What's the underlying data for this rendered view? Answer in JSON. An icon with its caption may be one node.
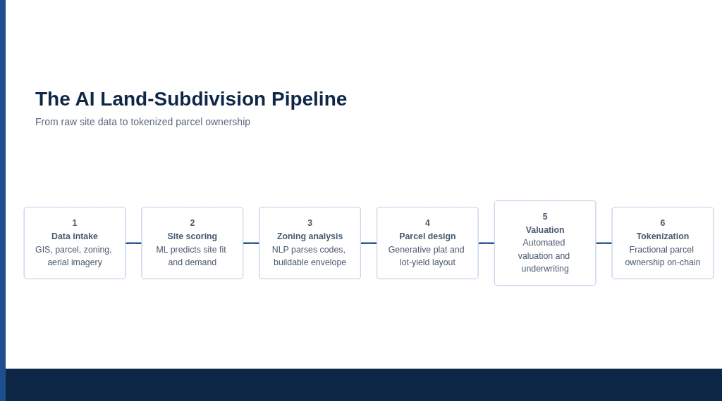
{
  "diagram": {
    "title": "The AI Land-Subdivision Pipeline",
    "nodes": [
      {
        "text": [
          "1",
          "Data intake",
          "GIS, parcel, zoning, aerial imagery"
        ]
      },
      {
        "text": [
          "2",
          "Site scoring",
          "ML predicts site fit and demand"
        ]
      },
      {
        "text": [
          "3",
          "Zoning analysis",
          "NLP parses codes, buildable envelope"
        ]
      },
      {
        "text": [
          "4",
          "Parcel design",
          "Generative plat and lot-yield layout"
        ]
      },
      {
        "text": [
          "5",
          "Valuation",
          "Automated valuation and underwriting"
        ]
      },
      {
        "text": [
          "6",
          "Tokenization",
          "Fractional parcel ownership on-chain"
        ]
      }
    ],
    "edges": [
      {
        "from": 0,
        "to": 1,
        "arrow": "none"
      },
      {
        "from": 1,
        "to": 2,
        "arrow": "none"
      },
      {
        "from": 2,
        "to": 3,
        "arrow": "none"
      },
      {
        "from": 3,
        "to": 4,
        "arrow": "none"
      },
      {
        "from": 4,
        "to": 5,
        "arrow": "none"
      }
    ],
    "labels": [
      "From raw site data to tokenized parcel ownership"
    ]
  }
}
